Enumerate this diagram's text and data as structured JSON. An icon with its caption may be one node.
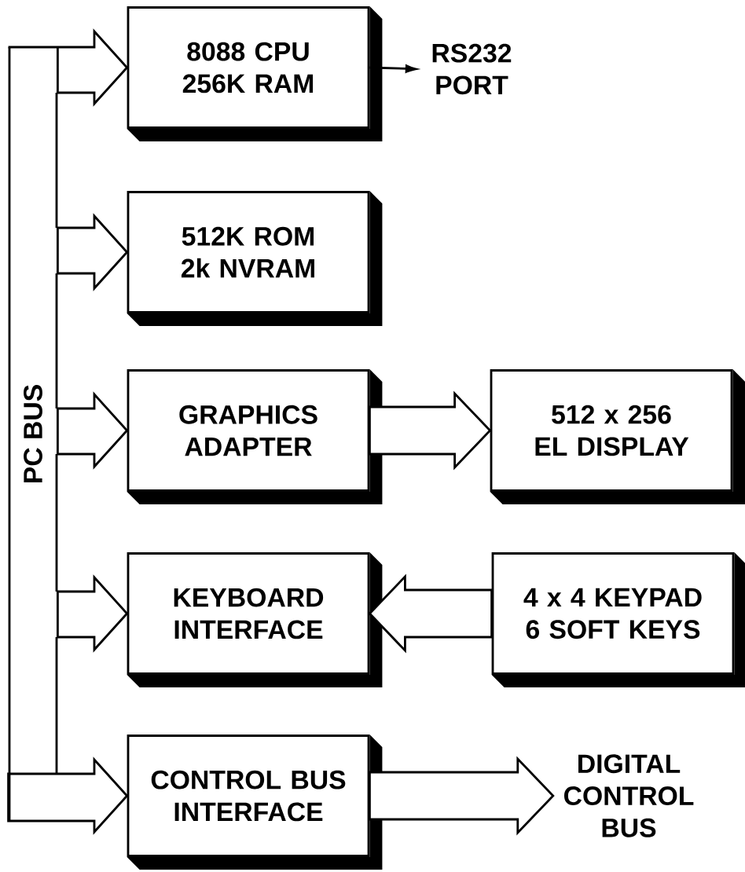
{
  "diagram": {
    "nodes": [
      {
        "text": [
          "PC BUS"
        ]
      },
      {
        "text": [
          "8088 CPU 256K RAM"
        ]
      },
      {
        "text": [
          "512K ROM 2k NVRAM"
        ]
      },
      {
        "text": [
          "GRAPHICS ADAPTER"
        ]
      },
      {
        "text": [
          "KEYBOARD INTERFACE"
        ]
      },
      {
        "text": [
          "CONTROL BUS INTERFACE"
        ]
      },
      {
        "text": [
          "RS232 PORT"
        ]
      },
      {
        "text": [
          "512 x 256 EL DISPLAY"
        ]
      },
      {
        "text": [
          "4 x 4 KEYPAD 6 SOFT KEYS"
        ]
      },
      {
        "text": [
          "DIGITAL CONTROL BUS"
        ]
      }
    ],
    "edges": [
      {
        "from": 0,
        "to": 1,
        "arrow": "to"
      },
      {
        "from": 0,
        "to": 2,
        "arrow": "to"
      },
      {
        "from": 0,
        "to": 3,
        "arrow": "to"
      },
      {
        "from": 0,
        "to": 4,
        "arrow": "to"
      },
      {
        "from": 0,
        "to": 5,
        "arrow": "to"
      },
      {
        "from": 1,
        "to": 6,
        "arrow": "to"
      },
      {
        "from": 3,
        "to": 7,
        "arrow": "to",
        "style": "thick"
      },
      {
        "from": 8,
        "to": 4,
        "arrow": "to",
        "style": "thick"
      },
      {
        "from": 5,
        "to": 9,
        "arrow": "to",
        "style": "thick"
      }
    ]
  }
}
